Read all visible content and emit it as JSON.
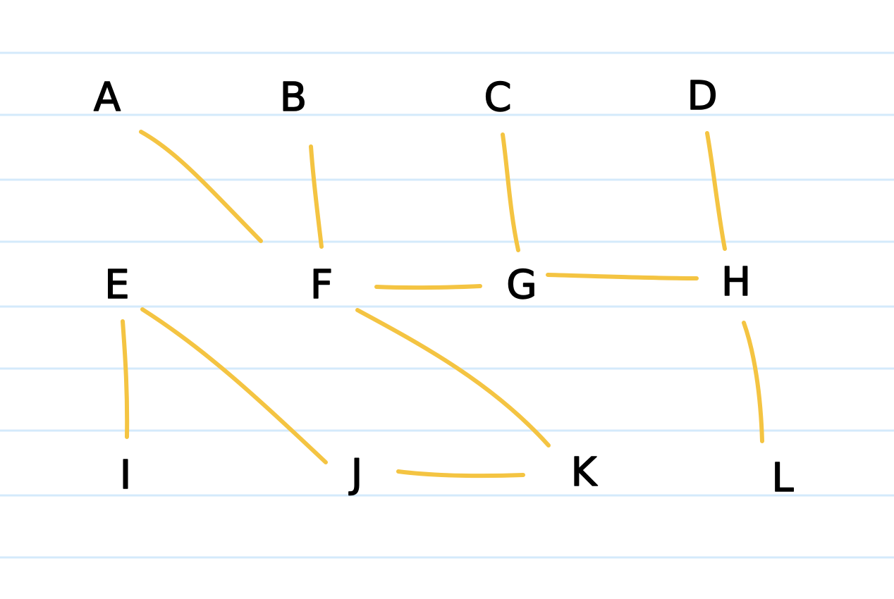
{
  "colors": {
    "background": "#ffffff",
    "ruled_line": "#d4eafb",
    "edge": "#f4c442",
    "label": "#000000"
  },
  "nodes": [
    {
      "id": "A",
      "label": "A"
    },
    {
      "id": "B",
      "label": "B"
    },
    {
      "id": "C",
      "label": "C"
    },
    {
      "id": "D",
      "label": "D"
    },
    {
      "id": "E",
      "label": "E"
    },
    {
      "id": "F",
      "label": "F"
    },
    {
      "id": "G",
      "label": "G"
    },
    {
      "id": "H",
      "label": "H"
    },
    {
      "id": "I",
      "label": "I"
    },
    {
      "id": "J",
      "label": "J"
    },
    {
      "id": "K",
      "label": "K"
    },
    {
      "id": "L",
      "label": "L"
    }
  ],
  "edges": [
    {
      "from": "A",
      "to": "F"
    },
    {
      "from": "B",
      "to": "F"
    },
    {
      "from": "C",
      "to": "G"
    },
    {
      "from": "D",
      "to": "H"
    },
    {
      "from": "F",
      "to": "G"
    },
    {
      "from": "G",
      "to": "H"
    },
    {
      "from": "E",
      "to": "I"
    },
    {
      "from": "E",
      "to": "J"
    },
    {
      "from": "F",
      "to": "K"
    },
    {
      "from": "H",
      "to": "L"
    },
    {
      "from": "J",
      "to": "K"
    }
  ]
}
